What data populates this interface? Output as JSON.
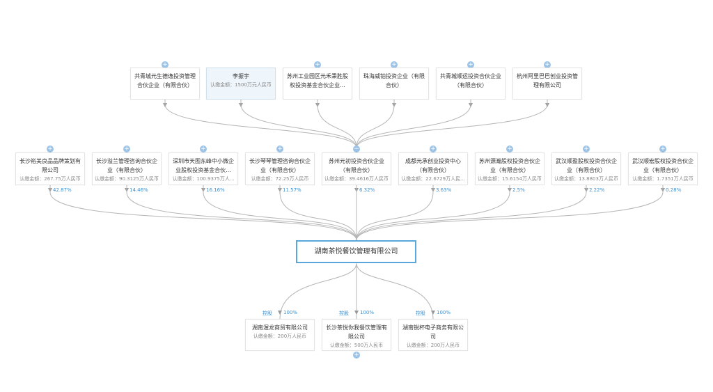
{
  "root": {
    "name": "湖南茶悦餐饮管理有限公司"
  },
  "upper_shareholders": [
    {
      "name": "共青城元生德逸投资管理合伙企业（有限合伙）",
      "amount": "",
      "expand": "+"
    },
    {
      "name": "李振宇",
      "amount": "认缴金额：1500万元人民币",
      "expand": ""
    },
    {
      "name": "苏州工业园区元禾秉胜股权投资基金合伙企业...",
      "amount": "",
      "expand": "+"
    },
    {
      "name": "珠海威铂投资企业（有限合伙）",
      "amount": "",
      "expand": "+"
    },
    {
      "name": "共青城顺运投资合伙企业（有限合伙）",
      "amount": "",
      "expand": "+"
    },
    {
      "name": "杭州阿里巴巴创业投资管理有限公司",
      "amount": "",
      "expand": "+"
    }
  ],
  "shareholders": [
    {
      "name": "长沙裕美良品品牌策划有限公司",
      "amount": "认缴金额：267.75万人民币",
      "percent": "42.87%",
      "expand": "+"
    },
    {
      "name": "长沙溢兰管理咨询合伙企业（有限合伙）",
      "amount": "认缴金额：90.3125万人民币",
      "percent": "14.46%",
      "expand": "+"
    },
    {
      "name": "深圳市天图东峰中小微企业股权投资基金合伙...",
      "amount": "认缴金额：100.9375万人...",
      "percent": "16.16%",
      "expand": "+"
    },
    {
      "name": "长沙琴琴管理咨询合伙企业（有限合伙）",
      "amount": "认缴金额：72.25万人民币",
      "percent": "11.57%",
      "expand": "+"
    },
    {
      "name": "苏州元初投资合伙企业（有限合伙）",
      "amount": "认缴金额：39.4616万人民币",
      "percent": "6.32%",
      "expand": "−"
    },
    {
      "name": "成都元承创业投资中心（有限合伙）",
      "amount": "认缴金额：22.6729万人民...",
      "percent": "3.63%",
      "expand": "+"
    },
    {
      "name": "苏州源瀚股权投资合伙企业（有限合伙）",
      "amount": "认缴金额：15.6154万人民币",
      "percent": "2.5%",
      "expand": "+"
    },
    {
      "name": "武汉顺盈股权投资合伙企业（有限合伙）",
      "amount": "认缴金额：13.8803万人民币",
      "percent": "2.22%",
      "expand": "+"
    },
    {
      "name": "武汉顺宏股权投资合伙企业（有限合伙）",
      "amount": "认缴金额：1.7351万人民币",
      "percent": "0.28%",
      "expand": "+"
    }
  ],
  "subsidiaries": [
    {
      "name": "湖南渥龙商贸有限公司",
      "amount": "认缴金额：200万人民币",
      "percent": "100%",
      "tag": "控股",
      "expand": ""
    },
    {
      "name": "长沙茶悦你我餐饮管理有限公司",
      "amount": "认缴金额：500万人民币",
      "percent": "100%",
      "tag": "控股",
      "expand": "+"
    },
    {
      "name": "湖南锐杯电子商务有限公司",
      "amount": "认缴金额：200万人民币",
      "percent": "100%",
      "tag": "控股",
      "expand": ""
    }
  ]
}
